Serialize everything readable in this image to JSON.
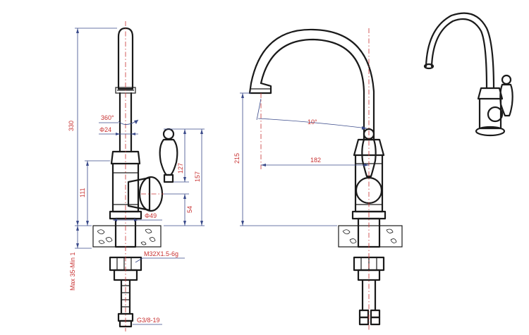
{
  "labels": {
    "rotation": "360°",
    "spout_diameter": "Φ24",
    "body_diameter": "Φ49",
    "thread": "M32X1.5-6g",
    "hose": "G3/8-19",
    "deck_thickness": "Max 35-Min 1",
    "height_total": "330",
    "height_body": "111",
    "handle_height": "127",
    "lever_height": "157",
    "lever_offset": "54",
    "spout_height": "215",
    "spout_angle": "10°",
    "spout_reach": "182"
  },
  "colors": {
    "outline": "#1a1a1a",
    "dimension_line": "#3a4a8a",
    "dimension_text": "#c83232",
    "centerline": "#c83232"
  }
}
